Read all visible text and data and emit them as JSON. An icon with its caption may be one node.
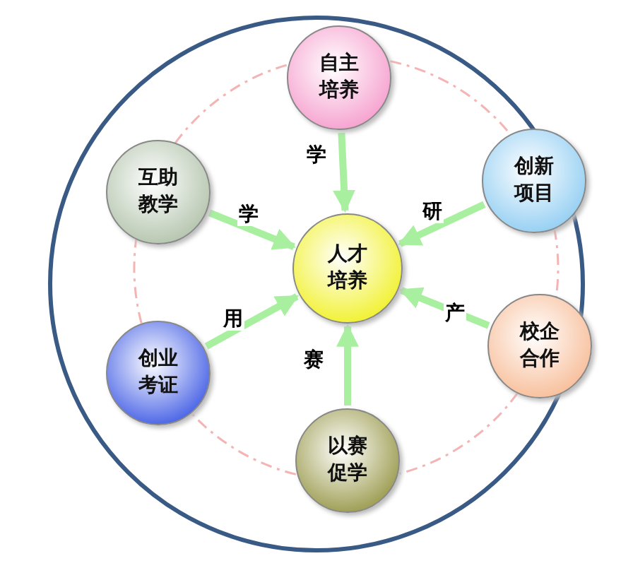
{
  "diagram": {
    "nodes": [
      {
        "text": [],
        "shape": "circle"
      },
      {
        "text": [
          "自主培养"
        ],
        "in": 0
      },
      {
        "text": [
          "创新项目"
        ],
        "in": 0
      },
      {
        "text": [
          "校企合作"
        ],
        "in": 0
      },
      {
        "text": [
          "以赛促学"
        ],
        "in": 0
      },
      {
        "text": [
          "创业考证"
        ],
        "in": 0
      },
      {
        "text": [
          "互助教学"
        ],
        "in": 0
      },
      {
        "text": [
          "人才培养"
        ],
        "in": 0
      }
    ],
    "edges": [
      {
        "from": 1,
        "to": 7,
        "arrow": "to",
        "label": "学",
        "style": "thick"
      },
      {
        "from": 6,
        "to": 7,
        "arrow": "to",
        "label": "学",
        "style": "thick"
      },
      {
        "from": 2,
        "to": 7,
        "arrow": "to",
        "label": "研",
        "style": "thick"
      },
      {
        "from": 5,
        "to": 7,
        "arrow": "to",
        "label": "用",
        "style": "thick"
      },
      {
        "from": 3,
        "to": 7,
        "arrow": "to",
        "label": "产",
        "style": "thick"
      },
      {
        "from": 4,
        "to": 7,
        "arrow": "to",
        "label": "赛",
        "style": "thick"
      },
      {
        "from": 1,
        "to": 2,
        "arrow": "none",
        "style": "dashed",
        "color": "#f4b4b4"
      },
      {
        "from": 2,
        "to": 3,
        "arrow": "none",
        "style": "dashed",
        "color": "#f4b4b4"
      },
      {
        "from": 3,
        "to": 4,
        "arrow": "none",
        "style": "dashed",
        "color": "#f4b4b4"
      },
      {
        "from": 4,
        "to": 5,
        "arrow": "none",
        "style": "dashed",
        "color": "#f4b4b4"
      },
      {
        "from": 5,
        "to": 6,
        "arrow": "none",
        "style": "dashed",
        "color": "#f4b4b4"
      },
      {
        "from": 6,
        "to": 1,
        "arrow": "none",
        "style": "dashed",
        "color": "#f4b4b4"
      }
    ]
  }
}
